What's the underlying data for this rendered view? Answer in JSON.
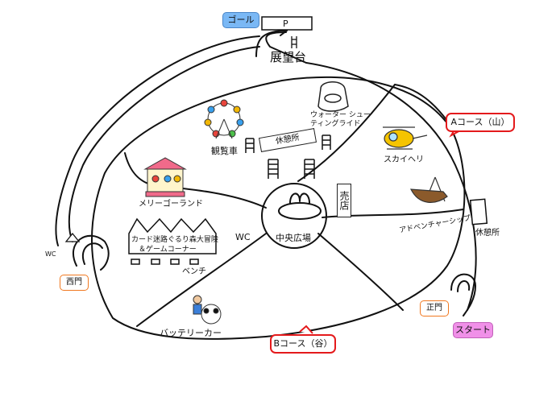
{
  "labels": {
    "goal": "ゴール",
    "start": "スタート",
    "parking": "P",
    "observatory": "展望台",
    "course_a": "Aコース（山）",
    "course_b": "Bコース（谷）",
    "west_gate": "西門",
    "main_gate": "正門",
    "central_plaza": "中央広場",
    "shop": "売店",
    "rest_area_top": "休憩所",
    "rest_area_right": "休憩所",
    "wc_center": "WC",
    "wc_left": "WC",
    "bench": "ベンチ",
    "ferris_wheel": "観覧車",
    "water_ride": "ウォーター シューティングライド",
    "sky_heli": "スカイヘリ",
    "adventure_ship": "アドベンチャーシップ",
    "merry_go_round": "メリーゴーランド",
    "card_corner_line1": "カード迷路ぐるり森大冒険",
    "card_corner_line2": "＆ゲームコーナー",
    "battery_car": "バッテリーカー"
  },
  "colors": {
    "goal_fill": "#7ab8f5",
    "start_fill": "#f090e8",
    "course_border": "#e41a1c",
    "gate_border": "#f07820",
    "line": "#111111"
  }
}
